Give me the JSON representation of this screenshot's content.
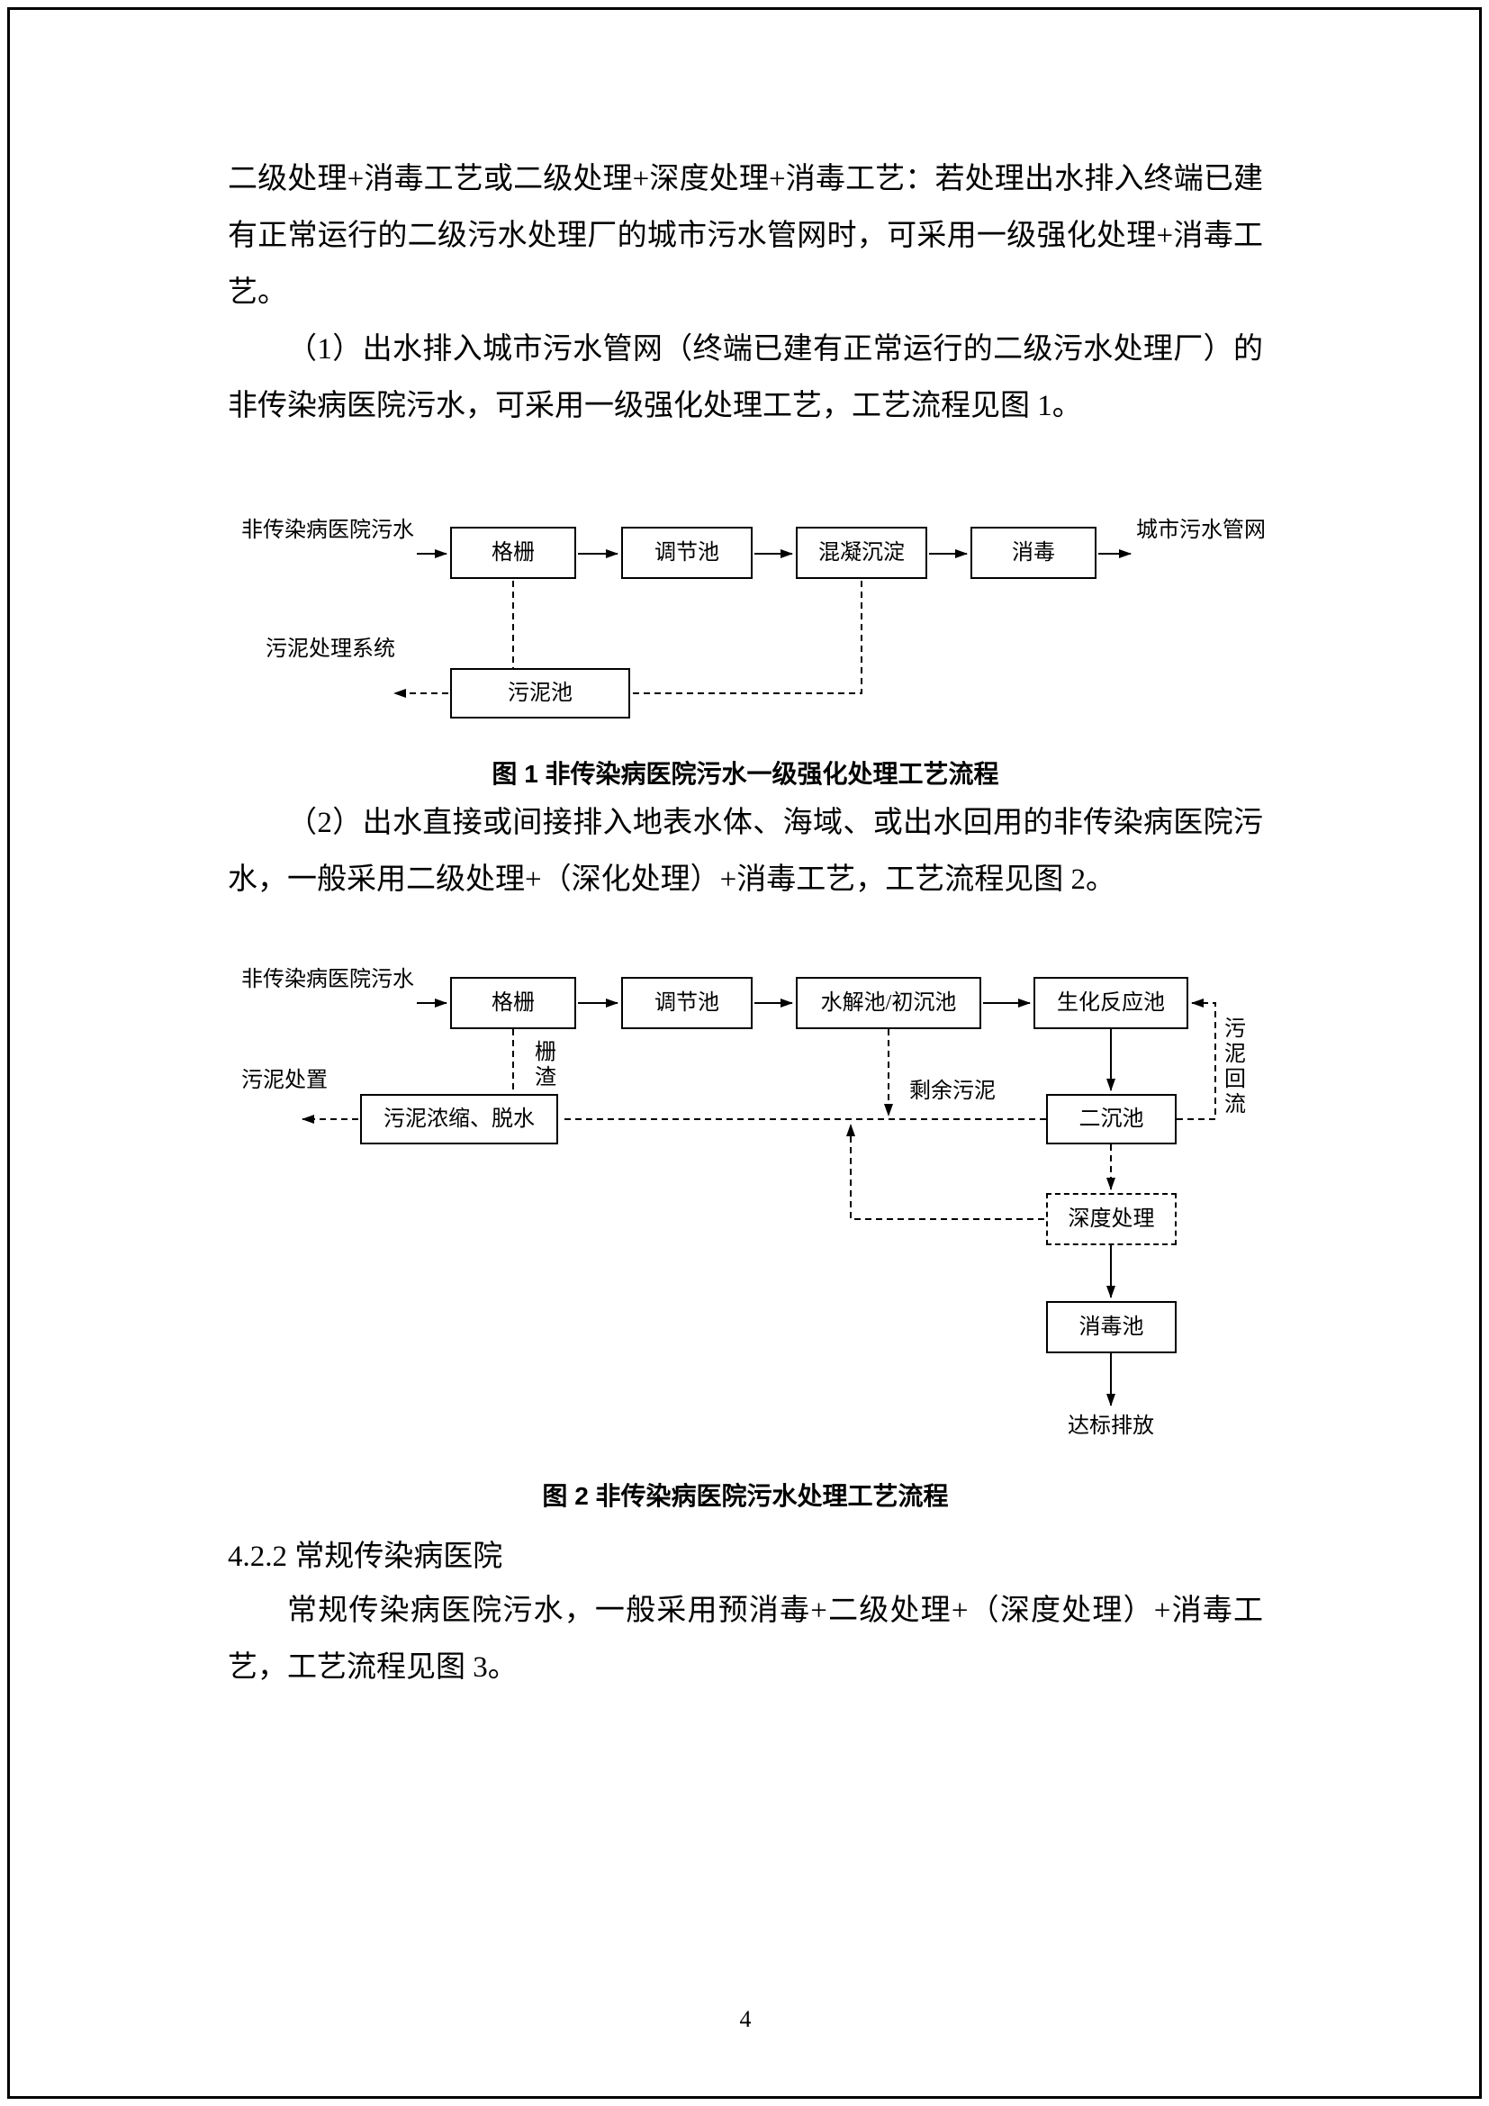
{
  "page_number": "4",
  "body": {
    "para1": "二级处理+消毒工艺或二级处理+深度处理+消毒工艺：若处理出水排入终端已建有正常运行的二级污水处理厂的城市污水管网时，可采用一级强化处理+消毒工艺。",
    "para2": "（1）出水排入城市污水管网（终端已建有正常运行的二级污水处理厂）的非传染病医院污水，可采用一级强化处理工艺，工艺流程见图 1。",
    "fig1_caption": "图 1 非传染病医院污水一级强化处理工艺流程",
    "para3": "（2）出水直接或间接排入地表水体、海域、或出水回用的非传染病医院污水，一般采用二级处理+（深化处理）+消毒工艺，工艺流程见图 2。",
    "fig2_caption": "图 2 非传染病医院污水处理工艺流程",
    "heading_4_2_2": "4.2.2 常规传染病医院",
    "para4": "常规传染病医院污水，一般采用预消毒+二级处理+（深度处理）+消毒工艺，工艺流程见图 3。"
  },
  "fig1": {
    "input_label": "非传染病医院污水",
    "box_grid": "格栅",
    "box_regulating": "调节池",
    "box_coagulation": "混凝沉淀",
    "box_disinfection": "消毒",
    "output_label": "城市污水管网",
    "sludge_system_label": "污泥处理系统",
    "box_sludge_tank": "污泥池"
  },
  "fig2": {
    "input_label": "非传染病医院污水",
    "box_grid": "格栅",
    "box_regulating": "调节池",
    "box_hydrolysis": "水解池/初沉池",
    "box_bioreactor": "生化反应池",
    "box_secondary_clarifier": "二沉池",
    "box_sludge_dewatering": "污泥浓缩、脱水",
    "box_advanced_treatment": "深度处理",
    "box_disinfection_tank": "消毒池",
    "label_sludge_return": "污泥回流",
    "label_grid_residue": "栅渣",
    "label_excess_sludge": "剩余污泥",
    "label_sludge_disposal": "污泥处置",
    "label_discharge": "达标排放"
  }
}
